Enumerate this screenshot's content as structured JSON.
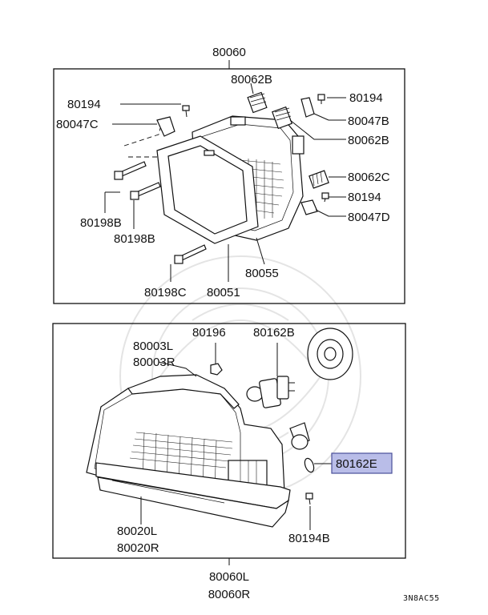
{
  "diagram": {
    "top_assembly": "80060",
    "bottom_assembly": [
      "80060L",
      "80060R"
    ],
    "image_code": "3N8AC55",
    "highlighted_part": "80162E",
    "parts": {
      "p80062B_top": "80062B",
      "p80194_left": "80194",
      "p80047C": "80047C",
      "p80194_right": "80194",
      "p80047B": "80047B",
      "p80062B_right": "80062B",
      "p80062C": "80062C",
      "p80194_mid": "80194",
      "p80047D": "80047D",
      "p80198B_a": "80198B",
      "p80198B_b": "80198B",
      "p80055": "80055",
      "p80198C": "80198C",
      "p80051": "80051",
      "p80196": "80196",
      "p80162B": "80162B",
      "p80003L": "80003L",
      "p80003R": "80003R",
      "p80162E": "80162E",
      "p80020L": "80020L",
      "p80020R": "80020R",
      "p80194B": "80194B"
    }
  }
}
